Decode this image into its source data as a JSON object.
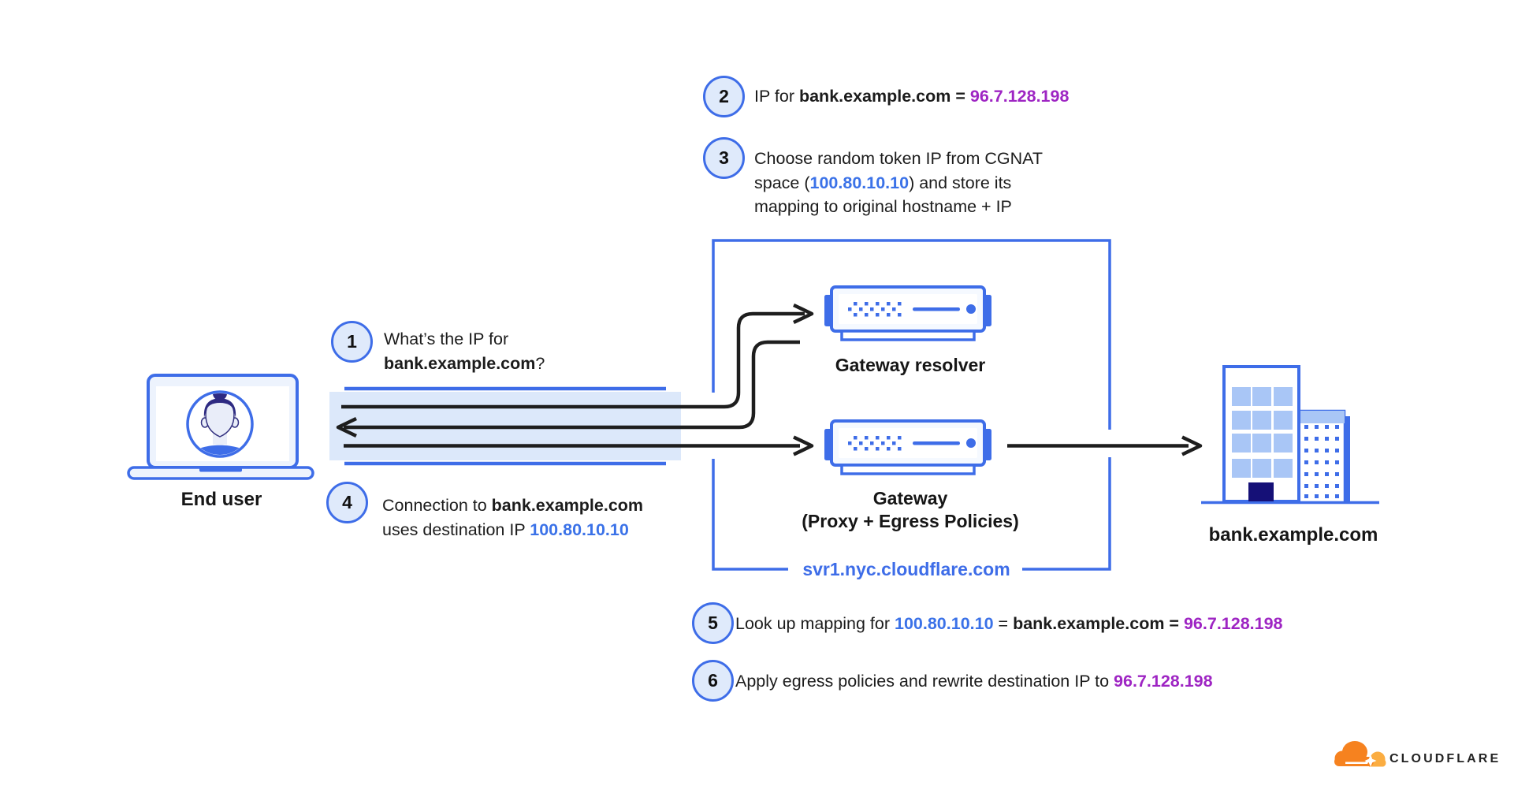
{
  "steps": [
    {
      "num": "1",
      "lines": [
        [
          "What’s the IP for"
        ],
        [
          "bank.example.com",
          "?"
        ]
      ]
    },
    {
      "num": "2",
      "lines": [
        [
          "IP for ",
          "bank.example.com",
          " = ",
          "96.7.128.198"
        ]
      ]
    },
    {
      "num": "3",
      "lines": [
        [
          "Choose random token IP from CGNAT"
        ],
        [
          "space (",
          "100.80.10.10",
          ") and store its"
        ],
        [
          "mapping to original hostname + IP"
        ]
      ]
    },
    {
      "num": "4",
      "lines": [
        [
          "Connection to ",
          "bank.example.com"
        ],
        [
          "uses destination IP ",
          "100.80.10.10"
        ]
      ]
    },
    {
      "num": "5",
      "lines": [
        [
          "Look up mapping for ",
          "100.80.10.10",
          " = ",
          "bank.example.com",
          " = ",
          "96.7.128.198"
        ]
      ]
    },
    {
      "num": "6",
      "lines": [
        [
          "Apply egress policies and rewrite destination IP to ",
          "96.7.128.198"
        ]
      ]
    }
  ],
  "labels": {
    "end_user": "End user",
    "gateway_resolver": "Gateway resolver",
    "gateway": "Gateway",
    "gateway_sub": "(Proxy + Egress Policies)",
    "server": "svr1.nyc.cloudflare.com",
    "bank": "bank.example.com"
  },
  "logo": {
    "text": "CLOUDFLARE"
  },
  "colors": {
    "accent": "#3E6DE8",
    "accent_text": "#3B72E8",
    "purple": "#9E25C3",
    "band": "#DCE8FA",
    "circle_fill": "#DFEAFB",
    "window": "#A9C6F6",
    "door": "#151077",
    "cloud_orange": "#F6821F",
    "cloud_light": "#FBAD41",
    "ink": "#1E1E1E"
  }
}
